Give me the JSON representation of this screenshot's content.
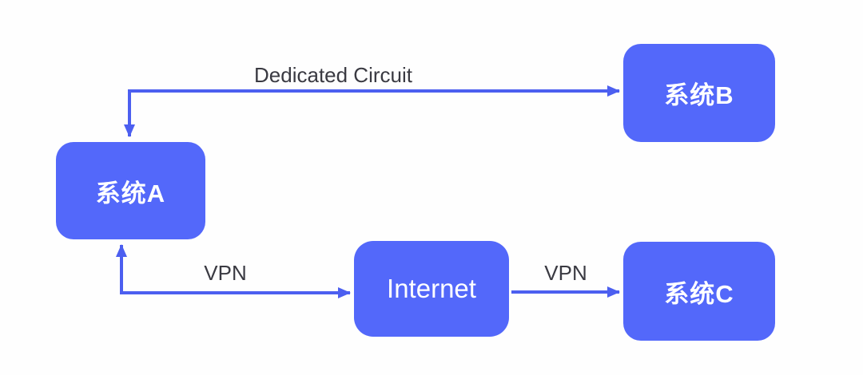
{
  "diagram": {
    "type": "network-topology",
    "nodes": [
      {
        "id": "system-a",
        "label": "系统A"
      },
      {
        "id": "system-b",
        "label": "系统B"
      },
      {
        "id": "internet",
        "label": "Internet"
      },
      {
        "id": "system-c",
        "label": "系统C"
      }
    ],
    "edges": [
      {
        "from": "system-a",
        "to": "system-b",
        "label": "Dedicated Circuit",
        "style": "elbow",
        "arrowheads": "both"
      },
      {
        "from": "system-a",
        "to": "internet",
        "label": "VPN",
        "style": "elbow",
        "arrowheads": "both"
      },
      {
        "from": "internet",
        "to": "system-c",
        "label": "VPN",
        "style": "straight",
        "arrowheads": "end"
      }
    ],
    "colors": {
      "node_fill": "#5368fa",
      "node_text": "#ffffff",
      "arrow": "#4c5ff0",
      "label_text": "#3a3a42",
      "background": "#fefefe"
    }
  }
}
